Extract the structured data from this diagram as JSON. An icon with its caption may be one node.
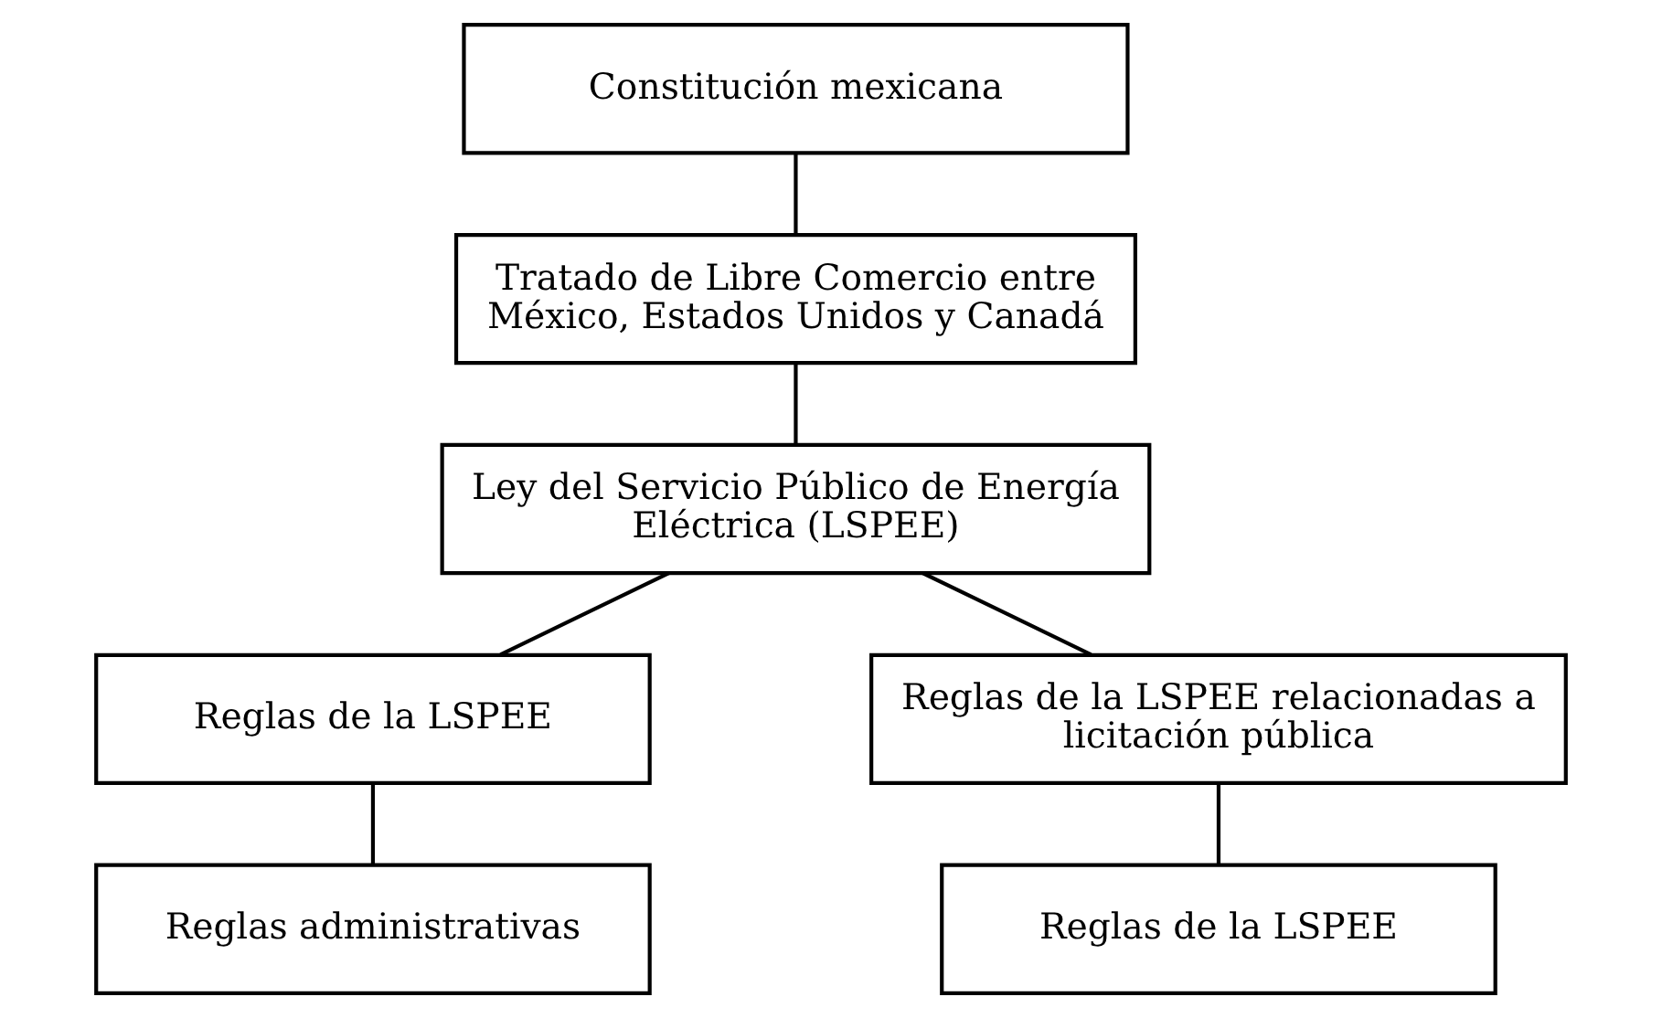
{
  "diagram": {
    "nodes": [
      {
        "text": [
          "Constitución mexicana"
        ]
      },
      {
        "text": [
          "Tratado de Libre Comercio entre México, Estados Unidos y Canadá"
        ]
      },
      {
        "text": [
          "Ley del Servicio Público de Energía Eléctrica (LSPEE)"
        ]
      },
      {
        "text": [
          "Reglas de la LSPEE"
        ]
      },
      {
        "text": [
          "Reglas de la LSPEE relacionadas a licitación pública"
        ]
      },
      {
        "text": [
          "Reglas administrativas"
        ]
      },
      {
        "text": [
          "Reglas de la LSPEE"
        ]
      }
    ],
    "edges": [
      {
        "from": 0,
        "to": 1,
        "arrow": "none"
      },
      {
        "from": 1,
        "to": 2,
        "arrow": "none"
      },
      {
        "from": 2,
        "to": 3,
        "arrow": "none"
      },
      {
        "from": 2,
        "to": 4,
        "arrow": "none"
      },
      {
        "from": 3,
        "to": 5,
        "arrow": "none"
      },
      {
        "from": 4,
        "to": 6,
        "arrow": "none"
      }
    ]
  }
}
